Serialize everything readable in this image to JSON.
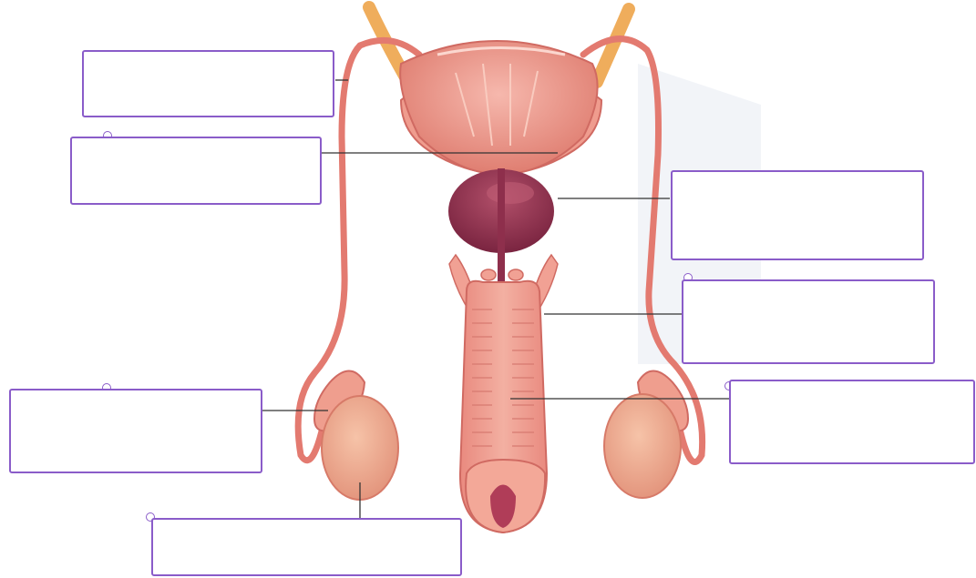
{
  "diagram": {
    "subject": "male-reproductive-system",
    "colors": {
      "tissue": "#e9857a",
      "tissue_light": "#f4b3a3",
      "tissue_dark": "#c9605a",
      "prostate": "#8e2f4c",
      "ureter": "#efad5c",
      "leader_line": "#333333",
      "label_border": "#8a5cc9"
    }
  },
  "labels": [
    {
      "id": "label-1",
      "text": ""
    },
    {
      "id": "label-2",
      "text": ""
    },
    {
      "id": "label-3",
      "text": ""
    },
    {
      "id": "label-4",
      "text": ""
    },
    {
      "id": "label-5",
      "text": ""
    },
    {
      "id": "label-6",
      "text": ""
    },
    {
      "id": "label-7",
      "text": ""
    }
  ]
}
